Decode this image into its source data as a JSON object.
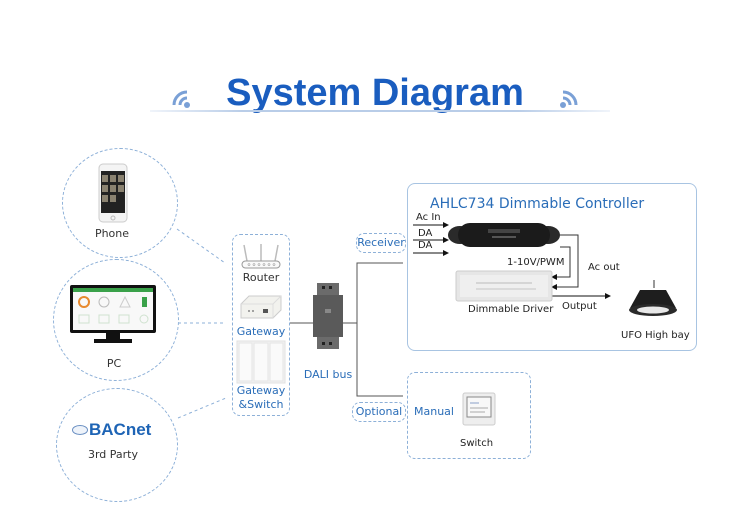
{
  "title": "System Diagram",
  "left_devices": [
    {
      "label": "Phone",
      "icon": "smartphone-icon"
    },
    {
      "label": "PC",
      "icon": "monitor-icon"
    },
    {
      "label": "3rd Party",
      "icon": "bacnet-logo",
      "logo_text": "BACnet"
    }
  ],
  "gateway_group": {
    "items": [
      {
        "label": "Router",
        "icon": "router-icon"
      },
      {
        "label": "Gateway",
        "icon": "gateway-box-icon"
      },
      {
        "label": "Gateway &Switch",
        "line1": "Gateway",
        "line2": "&Switch",
        "icon": "wall-switch-icon"
      }
    ]
  },
  "bus": {
    "label": "DALI bus",
    "icon": "dali-power-module-icon"
  },
  "receiver_label": "Receiver",
  "optional_label": "Optional",
  "controller": {
    "title": "AHLC734 Dimmable Controller",
    "inputs": [
      "Ac In",
      "DA",
      "DA"
    ],
    "signal_label": "1-10V/PWM",
    "ac_out_label": "Ac out",
    "driver_label": "Dimmable Driver",
    "output_label": "Output",
    "fixture_label": "UFO High bay"
  },
  "manual": {
    "label": "Manual",
    "switch_label": "Switch"
  },
  "colors": {
    "title_blue": "#1a5dbf",
    "label_blue": "#2a6db8",
    "dashed_border": "#8db0d8"
  }
}
